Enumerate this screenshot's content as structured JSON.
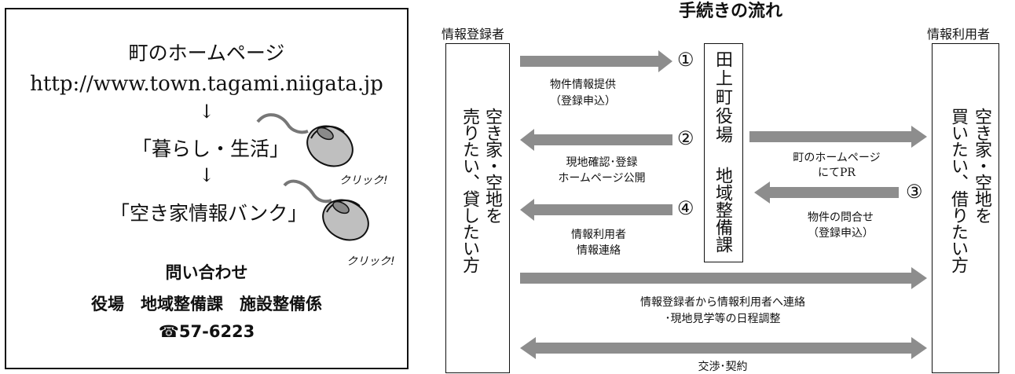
{
  "info_panel": {
    "title": "町のホームページ",
    "url": "http://www.town.tagami.niigata.jp",
    "arrow_1": "↓",
    "menu_1": "「暮らし・生活」",
    "arrow_2": "↓",
    "menu_2": "「空き家情報バンク」",
    "click_1": "クリック!",
    "click_2": "クリック!",
    "contact_heading": "問い合わせ",
    "contact_dept": "役場　地域整備課　施設整備係",
    "phone_symbol": "☎",
    "phone": "57-6223"
  },
  "flow": {
    "title": "手続きの流れ",
    "registrant_label": "情報登録者",
    "user_label": "情報利用者",
    "registrant_box": "空き家・空地を 売りたい、貸したい方",
    "registrant_col1": "空き家・空地を",
    "registrant_col2": "売りたい、貸したい方",
    "office_box": "田上町役場 地域整備課",
    "office_col1": "田上町役場",
    "office_col2": "地域整備課",
    "user_box": "空き家・空地を 買いたい、借りたい方",
    "user_col1": "空き家・空地を",
    "user_col2": "買いたい、借りたい方",
    "steps": [
      {
        "num": "①",
        "line1": "物件情報提供",
        "line2": "（登録申込）"
      },
      {
        "num": "②",
        "line1": "現地確認･登録",
        "line2": "ホームページ公開"
      },
      {
        "num": "③",
        "line1": "物件の問合せ",
        "line2": "（登録申込）"
      },
      {
        "num": "④",
        "line1": "情報利用者",
        "line2": "情報連絡"
      }
    ],
    "pr_line1": "町のホームページ",
    "pr_line2": "にてPR",
    "contact_line1": "情報登録者から情報利用者へ連絡",
    "contact_line2": "･現地見学等の日程調整",
    "negotiation": "交渉･契約"
  }
}
